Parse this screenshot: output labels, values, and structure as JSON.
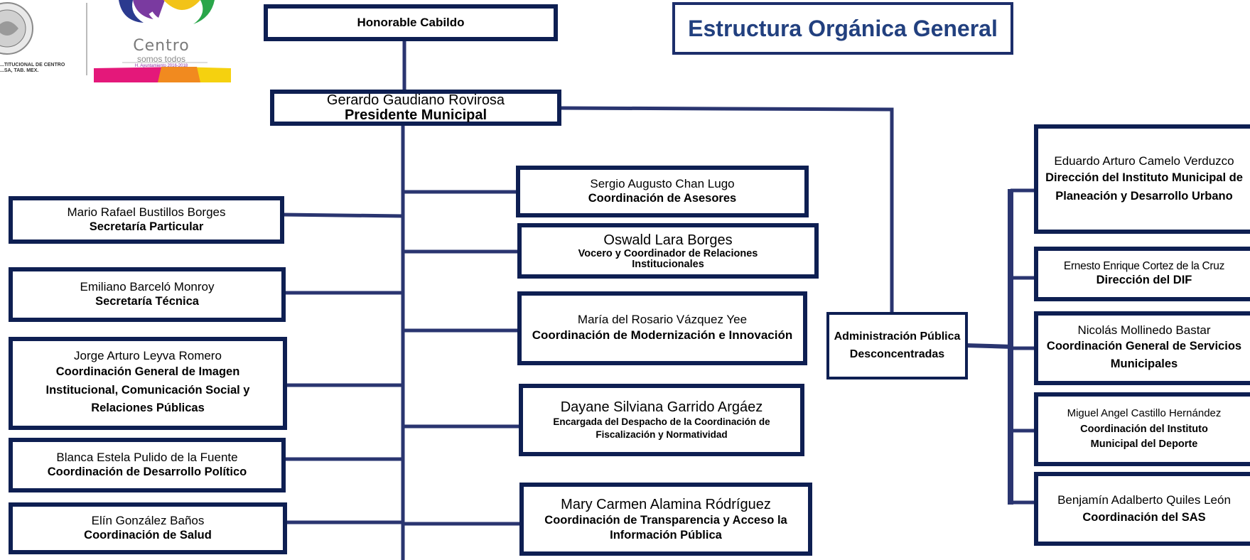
{
  "title": "Estructura Orgánica General",
  "logo": {
    "seal_caption": "...TITUCIONAL DE CENTRO ...SA, TAB. MEX.",
    "brand_word": "Centro",
    "brand_tagline": "somos todos",
    "brand_period": "H. Ayuntamiento 2016-2018"
  },
  "cabildo": {
    "label": "Honorable Cabildo"
  },
  "president": {
    "name": "Gerardo Gaudiano Rovirosa",
    "role": "Presidente Municipal"
  },
  "left_units": [
    {
      "name": "Mario Rafael Bustillos Borges",
      "role": "Secretaría Particular"
    },
    {
      "name": "Emiliano Barceló Monroy",
      "role": "Secretaría Técnica"
    },
    {
      "name": "Jorge Arturo Leyva Romero",
      "role": "Coordinación  General de Imagen Institucional, Comunicación Social y Relaciones Públicas"
    },
    {
      "name": "Blanca Estela Pulido de la Fuente",
      "role": "Coordinación  de Desarrollo Político"
    },
    {
      "name": "Elín González Baños",
      "role": "Coordinación de Salud"
    }
  ],
  "right_units": [
    {
      "name": "Sergio Augusto Chan Lugo",
      "role": "Coordinación de Asesores"
    },
    {
      "name": "Oswald Lara Borges",
      "role": "Vocero y Coordinador de Relaciones Institucionales"
    },
    {
      "name": "María del Rosario Vázquez Yee",
      "role": "Coordinación de Modernización e Innovación"
    },
    {
      "name": "Dayane Silviana Garrido Argáez",
      "role": "Encargada del Despacho de la Coordinación de Fiscalización y Normatividad"
    },
    {
      "name": "Mary Carmen Alamina Ródríguez",
      "role": "Coordinación de Transparencia y Acceso la Información Pública"
    }
  ],
  "admin": {
    "label": "Administración Pública Desconcentradas"
  },
  "decentralized": [
    {
      "name": "Eduardo Arturo Camelo Verduzco",
      "role": "Dirección del Instituto Municipal de Planeación y Desarrollo Urbano"
    },
    {
      "name": "Ernesto Enrique Cortez de la Cruz",
      "role": "Dirección del DIF"
    },
    {
      "name": "Nicolás Mollinedo Bastar",
      "role": "Coordinación General de Servicios Municipales"
    },
    {
      "name": "Miguel Angel Castillo Hernández",
      "role": "Coordinación del Instituto Municipal  del Deporte"
    },
    {
      "name": "Benjamín Adalberto Quiles León",
      "role": "Coordinación del SAS"
    }
  ],
  "colors": {
    "border": "#0e1f52",
    "title": "#22407f",
    "connector": "#2a3570"
  }
}
